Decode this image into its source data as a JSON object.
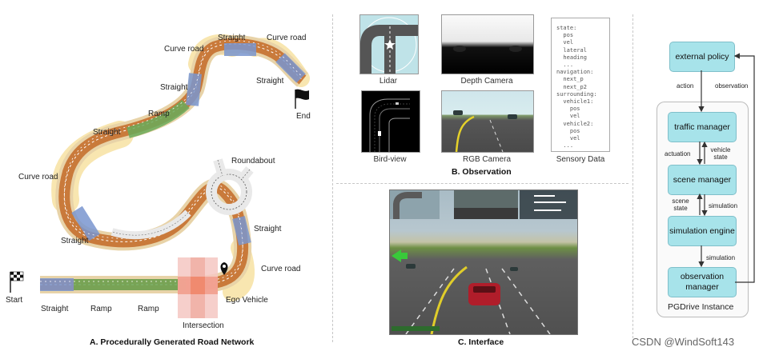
{
  "panel_a": {
    "caption": "A. Procedurally Generated Road Network",
    "labels": {
      "straight_top": "Straight",
      "curve_top_left": "Curve road",
      "curve_top_right": "Curve road",
      "straight_right_top": "Straight",
      "straight_mid": "Straight",
      "ramp_mid": "Ramp",
      "straight_left": "Straight",
      "curve_left": "Curve road",
      "roundabout": "Roundabout",
      "straight_lower": "Straight",
      "straight_right_low": "Straight",
      "curve_right_low": "Curve road",
      "start": "Start",
      "straight_bottom": "Straight",
      "ramp_bottom_1": "Ramp",
      "ramp_bottom_2": "Ramp",
      "intersection": "Intersection",
      "ego_vehicle": "Ego Vehicle",
      "end": "End"
    }
  },
  "panel_b": {
    "caption": "B. Observation",
    "items": {
      "lidar": "Lidar",
      "depth_camera": "Depth Camera",
      "bird_view": "Bird-view",
      "rgb_camera": "RGB Camera",
      "sensory_data": "Sensory Data"
    },
    "sensory_text": "state:\n  pos\n  vel\n  lateral\n  heading\n  ...\nnavigation:\n  next_p\n  next_p2\nsurrounding:\n  vehicle1:\n    pos\n    vel\n  vehicle2:\n    pos\n    vel\n  ..."
  },
  "panel_c": {
    "caption": "C. Interface"
  },
  "panel_d": {
    "external_policy": "external policy",
    "action": "action",
    "observation": "observation",
    "traffic_manager": "traffic manager",
    "actuation": "actuation",
    "vehicle_state": "vehicle state",
    "scene_manager": "scene manager",
    "scene_state": "scene state",
    "simulation_1": "simulation",
    "simulation_engine": "simulation engine",
    "simulation_2": "simulation",
    "observation_manager": "observation manager",
    "instance": "PGDrive Instance"
  },
  "watermark": "CSDN @WindSoft143",
  "colors": {
    "road": "#c97a3b",
    "straight": "#7a96cf",
    "ramp": "#6aaa5a",
    "curve": "#f3d98b",
    "box": "#a7e3ea"
  }
}
